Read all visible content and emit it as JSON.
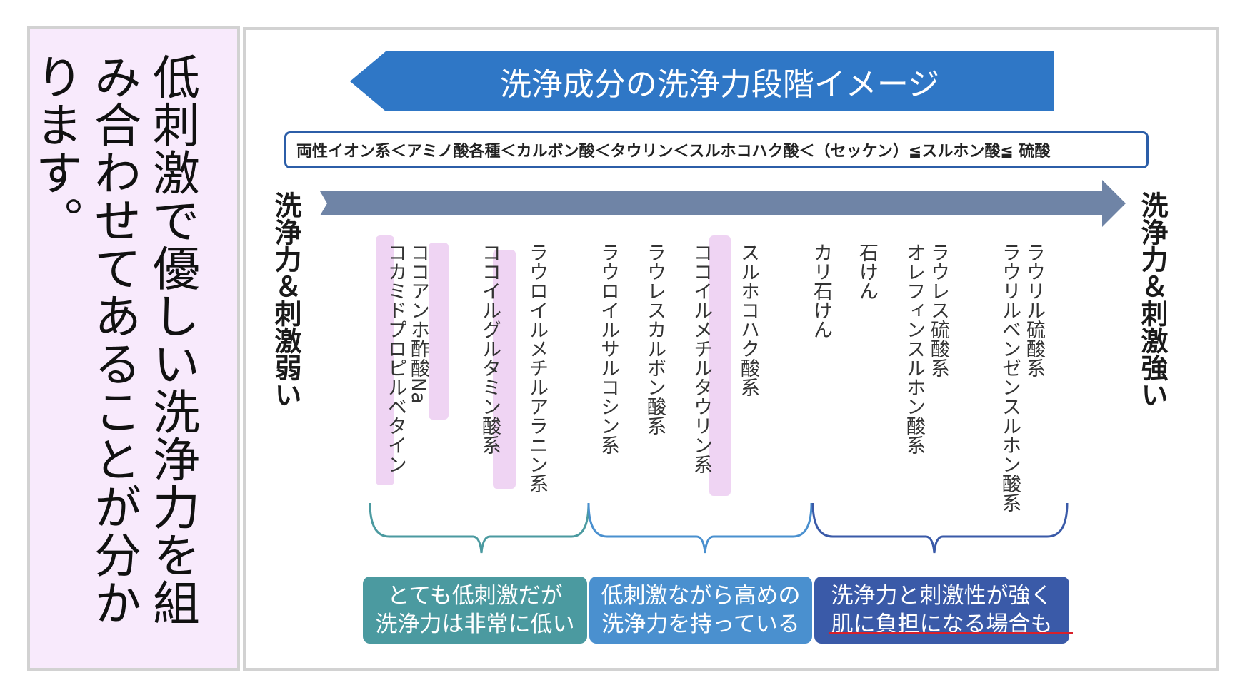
{
  "left_panel": {
    "text": "低刺激で優しい洗浄力を組み合わせてあることが分かります。"
  },
  "diagram": {
    "title": "洗浄成分の洗浄力段階イメージ",
    "order_text": "両性イオン系＜アミノ酸各種＜カルボン酸＜タウリン＜スルホコハク酸＜（セッケン）≦スルホン酸≦ 硫酸",
    "left_label": "洗浄力＆刺激弱い",
    "right_label": "洗浄力＆刺激強い",
    "ingredients": [
      "コカミドプロピルベタイン",
      "ココアンホ酢酸Na",
      "ココイルグルタミン酸系",
      "ラウロイルメチルアラニン系",
      "ラウロイルサルコシン系",
      "ラウレスカルボン酸系",
      "ココイルメチルタウリン系",
      "スルホコハク酸系",
      "カリ石けん",
      "石けん",
      "オレフィンスルホン酸系",
      "ラウレス硫酸系",
      "ラウリルベンゼンスルホン酸系",
      "ラウリル硫酸系"
    ],
    "groups": [
      {
        "line1": "とても低刺激だが",
        "line2": "洗浄力は非常に低い",
        "color": "#4b9aa0"
      },
      {
        "line1": "低刺激ながら高めの",
        "line2": "洗浄力を持っている",
        "color": "#4a90cf"
      },
      {
        "line1": "洗浄力と刺激性が強く",
        "line2": "肌に負担になる場合も",
        "color": "#3a5aa8"
      }
    ],
    "colors": {
      "banner": "#2f77c6",
      "arrow": "#6f84a6",
      "highlight": "#e9c5ef",
      "underline": "#d8202a"
    }
  }
}
